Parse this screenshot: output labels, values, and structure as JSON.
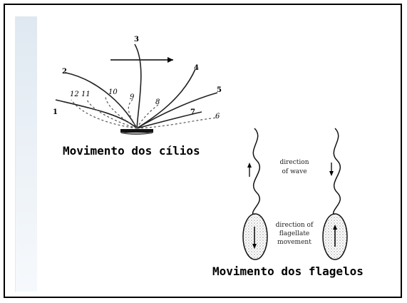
{
  "cilia_figure": {
    "caption": "Movimento dos cílios",
    "numbers": [
      "1",
      "2",
      "3",
      "4",
      "5",
      "6",
      "7",
      "8",
      "9",
      "10",
      "11",
      "12"
    ]
  },
  "flagella_figure": {
    "caption": "Movimento dos flagelos",
    "wave_label_line1": "direction",
    "wave_label_line2": "of wave",
    "move_label_line1": "direction of",
    "move_label_line2": "flagellate",
    "move_label_line3": "movement"
  }
}
